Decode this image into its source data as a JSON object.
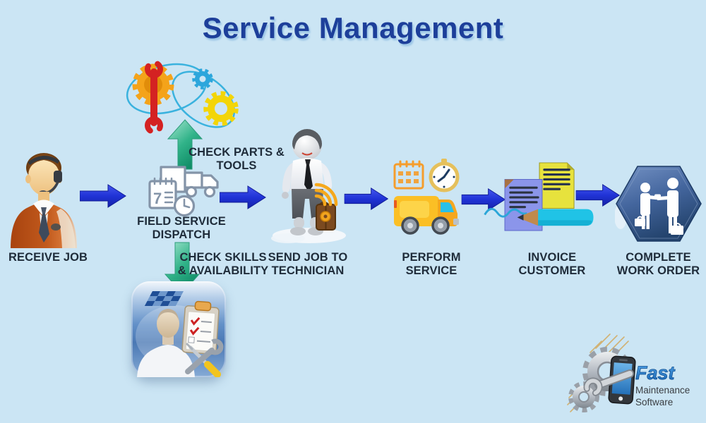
{
  "title": "Service Management",
  "steps": [
    {
      "label": "RECEIVE JOB",
      "icon": "call-center-agent-icon"
    },
    {
      "label": "FIELD SERVICE DISPATCH",
      "icon": "dispatch-truck-calendar-icon",
      "calendar_day": "7"
    },
    {
      "label": "SEND JOB TO TECHNICIAN",
      "icon": "technician-with-toolbox-icon"
    },
    {
      "label": "PERFORM SERVICE",
      "icon": "service-van-clock-calendar-icon"
    },
    {
      "label": "INVOICE CUSTOMER",
      "icon": "invoice-documents-pencil-icon"
    },
    {
      "label": "COMPLETE WORK ORDER",
      "icon": "handshake-hexagon-icon"
    }
  ],
  "branches": [
    {
      "label": "CHECK PARTS & TOOLS",
      "direction": "up",
      "icon": "gears-belt-wrench-icon"
    },
    {
      "label": "CHECK SKILLS & AVAILABILITY",
      "direction": "down",
      "icon": "skills-checklist-app-icon"
    }
  ],
  "logo": {
    "name": "Fast",
    "line2": "Maintenance",
    "line3": "Software"
  },
  "colors": {
    "background": "#cbe5f4",
    "title": "#1d3f9a",
    "label": "#1f2c3a",
    "arrow_blue": "#2231cf",
    "arrow_green": "#2aab81",
    "gear_orange": "#f4a31a",
    "gear_blue": "#2ca6dc",
    "gear_yellow": "#f3d508",
    "wrench_red": "#d42222",
    "van_yellow": "#fbbf25",
    "hexagon_blue": "#44669e",
    "logo_fast_blue": "#2e7fd0"
  }
}
